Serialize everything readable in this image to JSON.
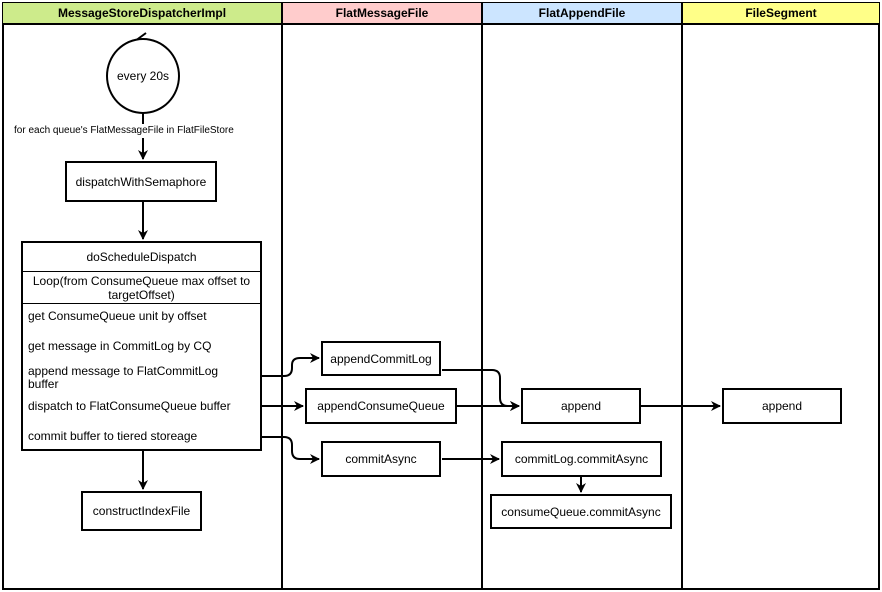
{
  "colors": {
    "lane1": "#cdeb8b",
    "lane2": "#ffcccc",
    "lane3": "#cce5ff",
    "lane4": "#ffff88"
  },
  "lanes": [
    {
      "title": "MessageStoreDispatcherImpl"
    },
    {
      "title": "FlatMessageFile"
    },
    {
      "title": "FlatAppendFile"
    },
    {
      "title": "FileSegment"
    }
  ],
  "nodes": {
    "timer": "every 20s",
    "foreach_note": "for each queue's FlatMessageFile in FlatFileStore",
    "dispatch_semaphore": "dispatchWithSemaphore",
    "schedule_title": "doScheduleDispatch",
    "loop": "Loop(from ConsumeQueue max offset to targetOffset)",
    "items": [
      "get ConsumeQueue unit by offset",
      "get message in CommitLog by CQ",
      "append message to FlatCommitLog buffer",
      "dispatch to FlatConsumeQueue buffer",
      "commit buffer to tiered storeage"
    ],
    "construct_index": "constructIndexFile",
    "append_commitlog": "appendCommitLog",
    "append_consumequeue": "appendConsumeQueue",
    "commit_async": "commitAsync",
    "append_flat": "append",
    "commitlog_commit": "commitLog.commitAsync",
    "consumequeue_commit": "consumeQueue.commitAsync",
    "append_segment": "append"
  }
}
